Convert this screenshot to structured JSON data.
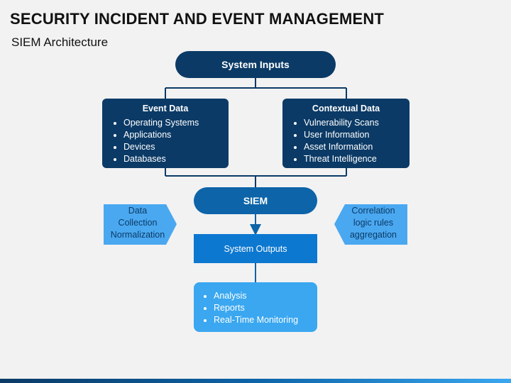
{
  "header": {
    "title": "SECURITY INCIDENT AND EVENT MANAGEMENT",
    "subtitle": "SIEM Architecture"
  },
  "diagram": {
    "system_inputs": "System Inputs",
    "event_data": {
      "heading": "Event Data",
      "items": [
        "Operating Systems",
        "Applications",
        "Devices",
        "Databases"
      ]
    },
    "contextual_data": {
      "heading": "Contextual Data",
      "items": [
        "Vulnerability Scans",
        "User Information",
        "Asset Information",
        "Threat Intelligence"
      ]
    },
    "siem": "SIEM",
    "left_callout": [
      "Data",
      "Collection",
      "Normalization"
    ],
    "right_callout": [
      "Correlation",
      "logic rules",
      "aggregation"
    ],
    "system_outputs": "System Outputs",
    "outputs": [
      "Analysis",
      "Reports",
      "Real-Time Monitoring"
    ]
  },
  "colors": {
    "dark_navy": "#0b3a66",
    "mid_blue": "#0d64a8",
    "bright_blue": "#0d78d0",
    "light_blue": "#3aa7f0",
    "callout_fill": "#4aa8f0"
  }
}
